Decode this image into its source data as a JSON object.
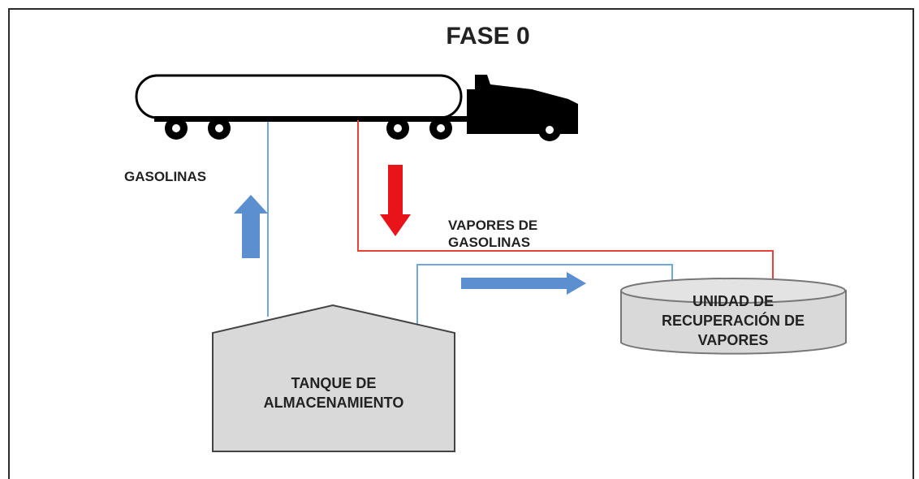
{
  "title": "FASE 0",
  "labels": {
    "gasolinas": "GASOLINAS",
    "vapores_line1": "VAPORES DE",
    "vapores_line2": "GASOLINAS",
    "tank_line1": "TANQUE DE",
    "tank_line2": "ALMACENAMIENTO",
    "unit_line1": "UNIDAD DE",
    "unit_line2": "RECUPERACIÓN DE",
    "unit_line3": "VAPORES"
  },
  "colors": {
    "gasoline_line": "#6fa8dc",
    "vapor_line": "#e8413c",
    "blue_arrow": "#5b8fcf",
    "red_arrow": "#e8141a",
    "tank_fill": "#d9d9d9",
    "truck": "#000000"
  }
}
